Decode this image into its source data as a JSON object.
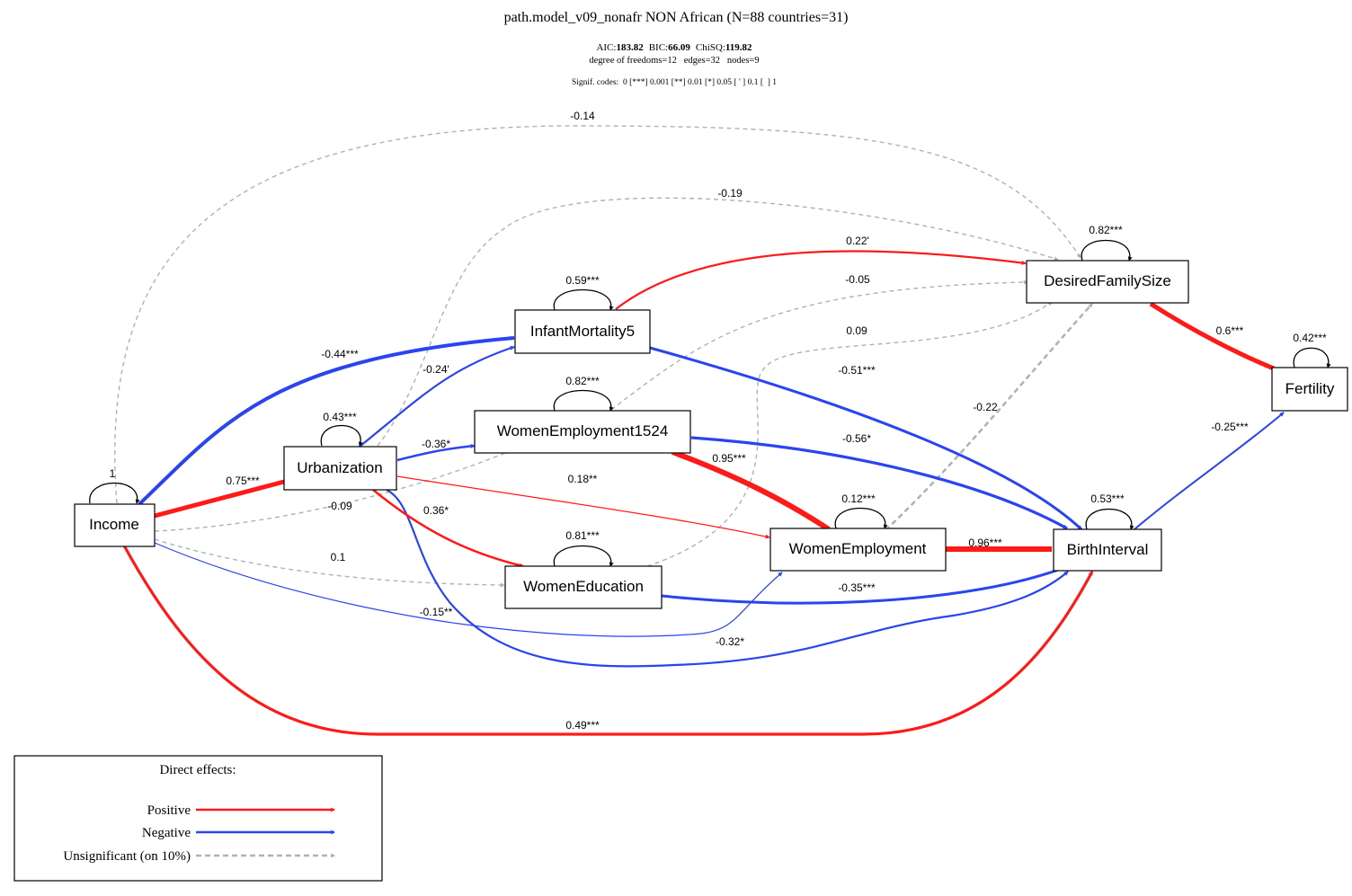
{
  "header": {
    "title": "path.model_v09_nonafr NON African (N=88 countries=31)",
    "aic_label": "AIC:",
    "aic_value": "183.82",
    "bic_label": "BIC:",
    "bic_value": "66.09",
    "chisq_label": "ChiSQ:",
    "chisq_value": "119.82",
    "stats_line": "degree of freedoms=12   edges=32   nodes=9",
    "signif": "Signif. codes:  0 [***] 0.001 [**] 0.01 [*] 0.05 [ ' ] 0.1 [  ] 1"
  },
  "colors": {
    "positive": "#ff1a1a",
    "negative": "#2a44ee",
    "insignificant": "#aab4b4",
    "node_border": "#000000"
  },
  "nodes": {
    "income": "Income",
    "urbanization": "Urbanization",
    "infant_mortality": "InfantMortality5",
    "women_employment_1524": "WomenEmployment1524",
    "women_education": "WomenEducation",
    "women_employment": "WomenEmployment",
    "desired_family_size": "DesiredFamilySize",
    "birth_interval": "BirthInterval",
    "fertility": "Fertility"
  },
  "self_loops": {
    "income": "1",
    "urbanization": "0.43***",
    "infant_mortality": "0.59***",
    "women_employment_1524": "0.82***",
    "women_education": "0.81***",
    "women_employment": "0.12***",
    "desired_family_size": "0.82***",
    "birth_interval": "0.53***",
    "fertility": "0.42***"
  },
  "edges": {
    "income_desired": "-0.14",
    "urban_desired": "-0.19",
    "infant_desired": "0.22'",
    "we1524_desired": "-0.05",
    "wedu_desired": "0.09",
    "income_infant": "-0.44***",
    "urban_infant": "-0.24'",
    "infant_birth": "-0.51***",
    "wemp_desired": "-0.22",
    "urban_we1524": "-0.36*",
    "we1524_birth": "-0.56*",
    "income_urban": "0.75***",
    "we1524_wemp": "0.95***",
    "urban_wemp": "0.18**",
    "income_we1524": "-0.09",
    "urban_wedu": "0.36*",
    "income_wedu": "0.1",
    "wemp_birth": "0.96***",
    "wedu_birth": "-0.35***",
    "income_wemp": "-0.15**",
    "urban_birth": "-0.32*",
    "income_birth": "0.49***",
    "desired_fertility": "0.6***",
    "birth_fertility": "-0.25***"
  },
  "legend": {
    "title": "Direct effects:",
    "positive": "Positive",
    "negative": "Negative",
    "insignificant": "Unsignificant (on 10%)"
  }
}
